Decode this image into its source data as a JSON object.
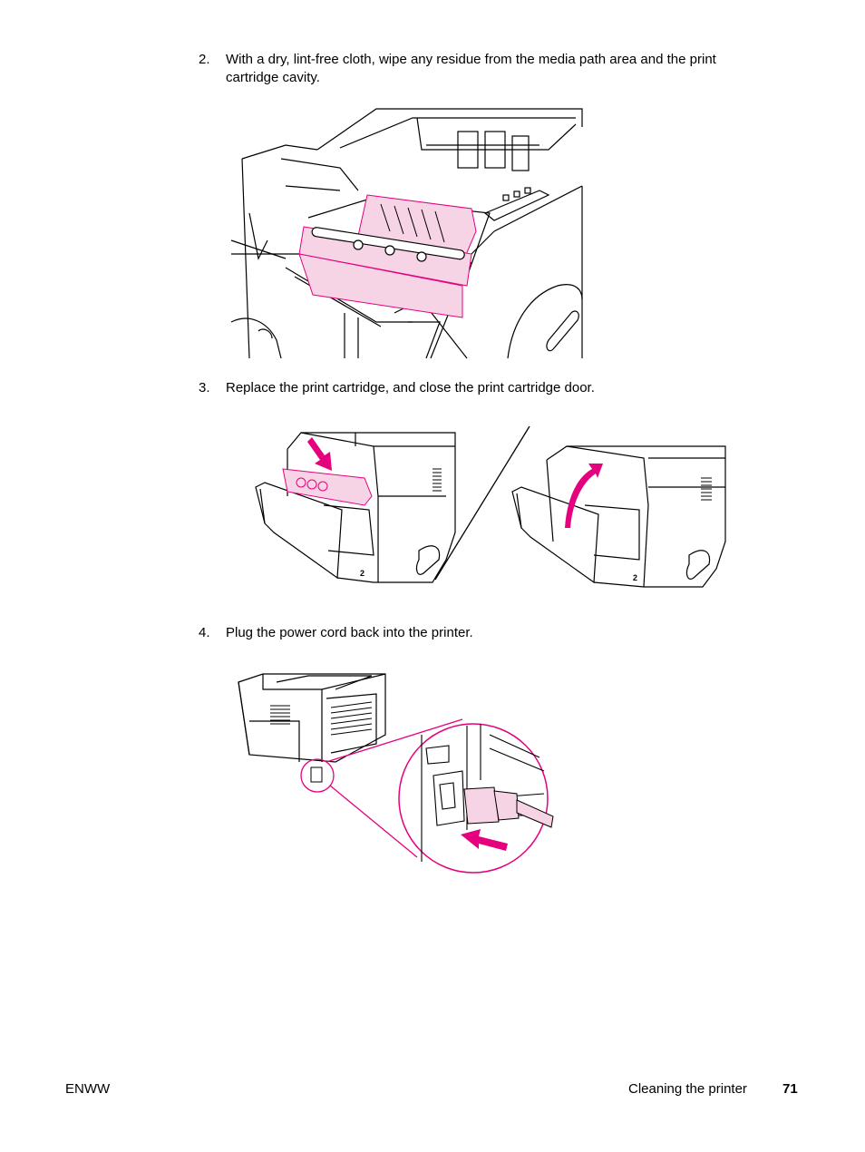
{
  "steps": [
    {
      "number": "2.",
      "text": "With a dry, lint-free cloth, wipe any residue from the media path area and the print cartridge cavity."
    },
    {
      "number": "3.",
      "text": "Replace the print cartridge, and close the print cartridge door."
    },
    {
      "number": "4.",
      "text": "Plug the power cord back into the printer."
    }
  ],
  "figures": {
    "fig2_left_label": "2",
    "fig2_right_label": "2"
  },
  "footer": {
    "left": "ENWW",
    "section": "Cleaning the printer",
    "page": "71"
  },
  "colors": {
    "highlight": "#e5007e",
    "highlight_fill": "#f7d3e6",
    "line": "#000000"
  }
}
